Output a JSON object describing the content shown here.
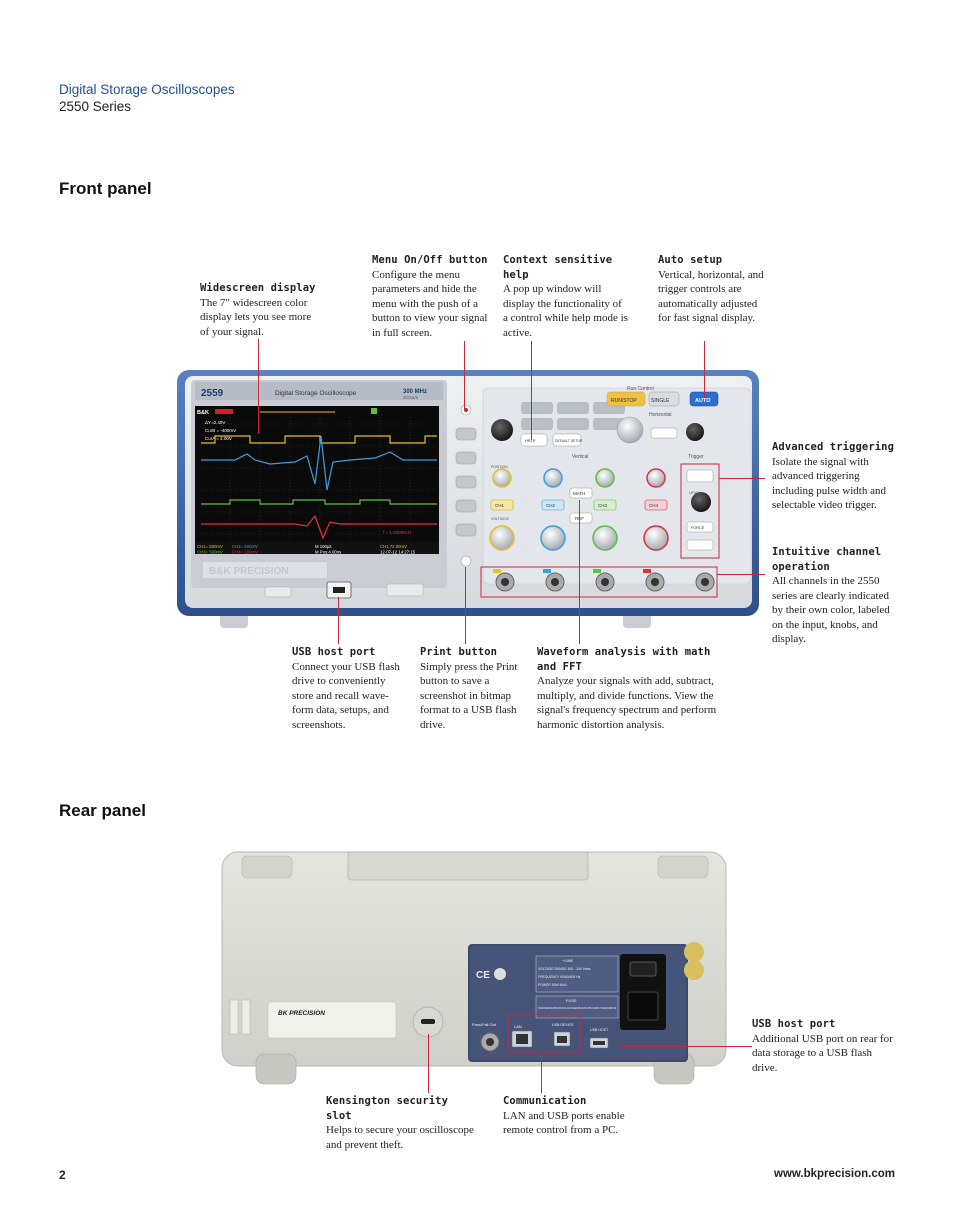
{
  "header": {
    "series_title": "Digital Storage Oscilloscopes",
    "series_sub": "2550 Series"
  },
  "front": {
    "heading": "Front panel",
    "callouts": {
      "widescreen": {
        "title": "Widescreen display",
        "text": "The 7\" widescreen color display lets you see more of your signal."
      },
      "menu": {
        "title": "Menu On/Off button",
        "text": "Configure the menu parameters and hide the menu with the push of a button to view your signal in full screen."
      },
      "help": {
        "title": "Context sensitive help",
        "text": "A pop up window will display the functionality of a control while help mode is active."
      },
      "auto": {
        "title": "Auto setup",
        "text": "Vertical, horizontal, and trigger controls are automatically adjusted for fast signal display."
      },
      "trigger": {
        "title": "Advanced triggering",
        "text": "Isolate the signal with advanced triggering including pulse width and selectable video trigger."
      },
      "channel": {
        "title": "Intuitive channel operation",
        "text": "All channels in the 2550 series are clearly indicated by their own color, labeled on the input, knobs, and display."
      },
      "usb": {
        "title": "USB host port",
        "text": "Connect your USB flash drive to conveniently store and recall wave-form data, setups, and screenshots."
      },
      "print": {
        "title": "Print button",
        "text": "Simply press the Print button to save a screenshot in bitmap format to a USB flash drive."
      },
      "math": {
        "title": "Waveform analysis with math and FFT",
        "text": "Analyze your signals with add, subtract, multiply, and divide functions. View the signal's frequency spectrum and perform harmonic distortion analysis."
      }
    },
    "device": {
      "model": "2559",
      "name": "Digital Storage Oscilloscope",
      "bandwidth": "300 MHz",
      "sample": "2GSa/s",
      "brand": "B&K PRECISION",
      "run_control": "Run Control",
      "run_stop": "RUN/STOP",
      "single": "SINGLE",
      "auto_btn": "AUTO",
      "horizontal": "Horizontal",
      "vertical": "Vertical",
      "trigger": "Trigger",
      "position": "POSITION",
      "volts_div": "VOLTS/DIV",
      "math": "MATH",
      "ref": "REF",
      "level": "LEVEL",
      "force": "FORCE",
      "help_btn": "HELP",
      "default_btn": "DEFAULT SETUP",
      "ch": [
        "CH1",
        "CH2",
        "CH3",
        "CH4"
      ],
      "screen": {
        "logo": "B&K",
        "m1": "ΔY=2.40V",
        "m2": "CurB = -400mV",
        "m3": "CurA = 2.00V",
        "ch1": "CH1= 500mV",
        "ch2": "CH2= 500mV",
        "ch3": "CH3= 500mV",
        "ch4": "CH4= 200mV",
        "timebase": "M 100μs",
        "pos": "M Pos:4.00ns",
        "date": "12-07-12 14:27:15",
        "trig": "CH1 72.00mV",
        "freq": "f = 1.0000KHz"
      }
    }
  },
  "rear": {
    "heading": "Rear panel",
    "callouts": {
      "kensington": {
        "title": "Kensington security slot",
        "text": "Helps to secure your oscilloscope and prevent theft."
      },
      "comm": {
        "title": "Communication",
        "text": "LAN and USB ports enable remote control from a PC."
      },
      "usb": {
        "title": "USB host port",
        "text": "Additional USB port on rear for data storage to a USB flash drive."
      }
    },
    "device": {
      "brand": "BK PRECISION",
      "line": "~LINE",
      "voltage": "VOLTAGE RANGE  100 - 240 Vrms",
      "frequency": "FREQUENCY  50/60/400 Hz",
      "power": "POWER  50W MAX",
      "fuse": "FUSE",
      "fuse_text": "FOR CONTINUED FIRE PROTECTION AT ALL LINE VOLTAGES REPLACE ONLY WITH A 2.0A/250V - T RATED, 5X20MM FUSE",
      "passfail": "Pass/Fail Out",
      "lan": "LAN",
      "usb_device": "USB DEVICE",
      "usb_host": "USB HOST"
    }
  },
  "footer": {
    "page": "2",
    "url": "www.bkprecision.com"
  },
  "colors": {
    "ch1": "#e8c020",
    "ch2": "#3aa0e0",
    "ch3": "#5cc040",
    "ch4": "#e03040",
    "leader": "#c8283a",
    "title_blue": "#1f4f8f"
  }
}
